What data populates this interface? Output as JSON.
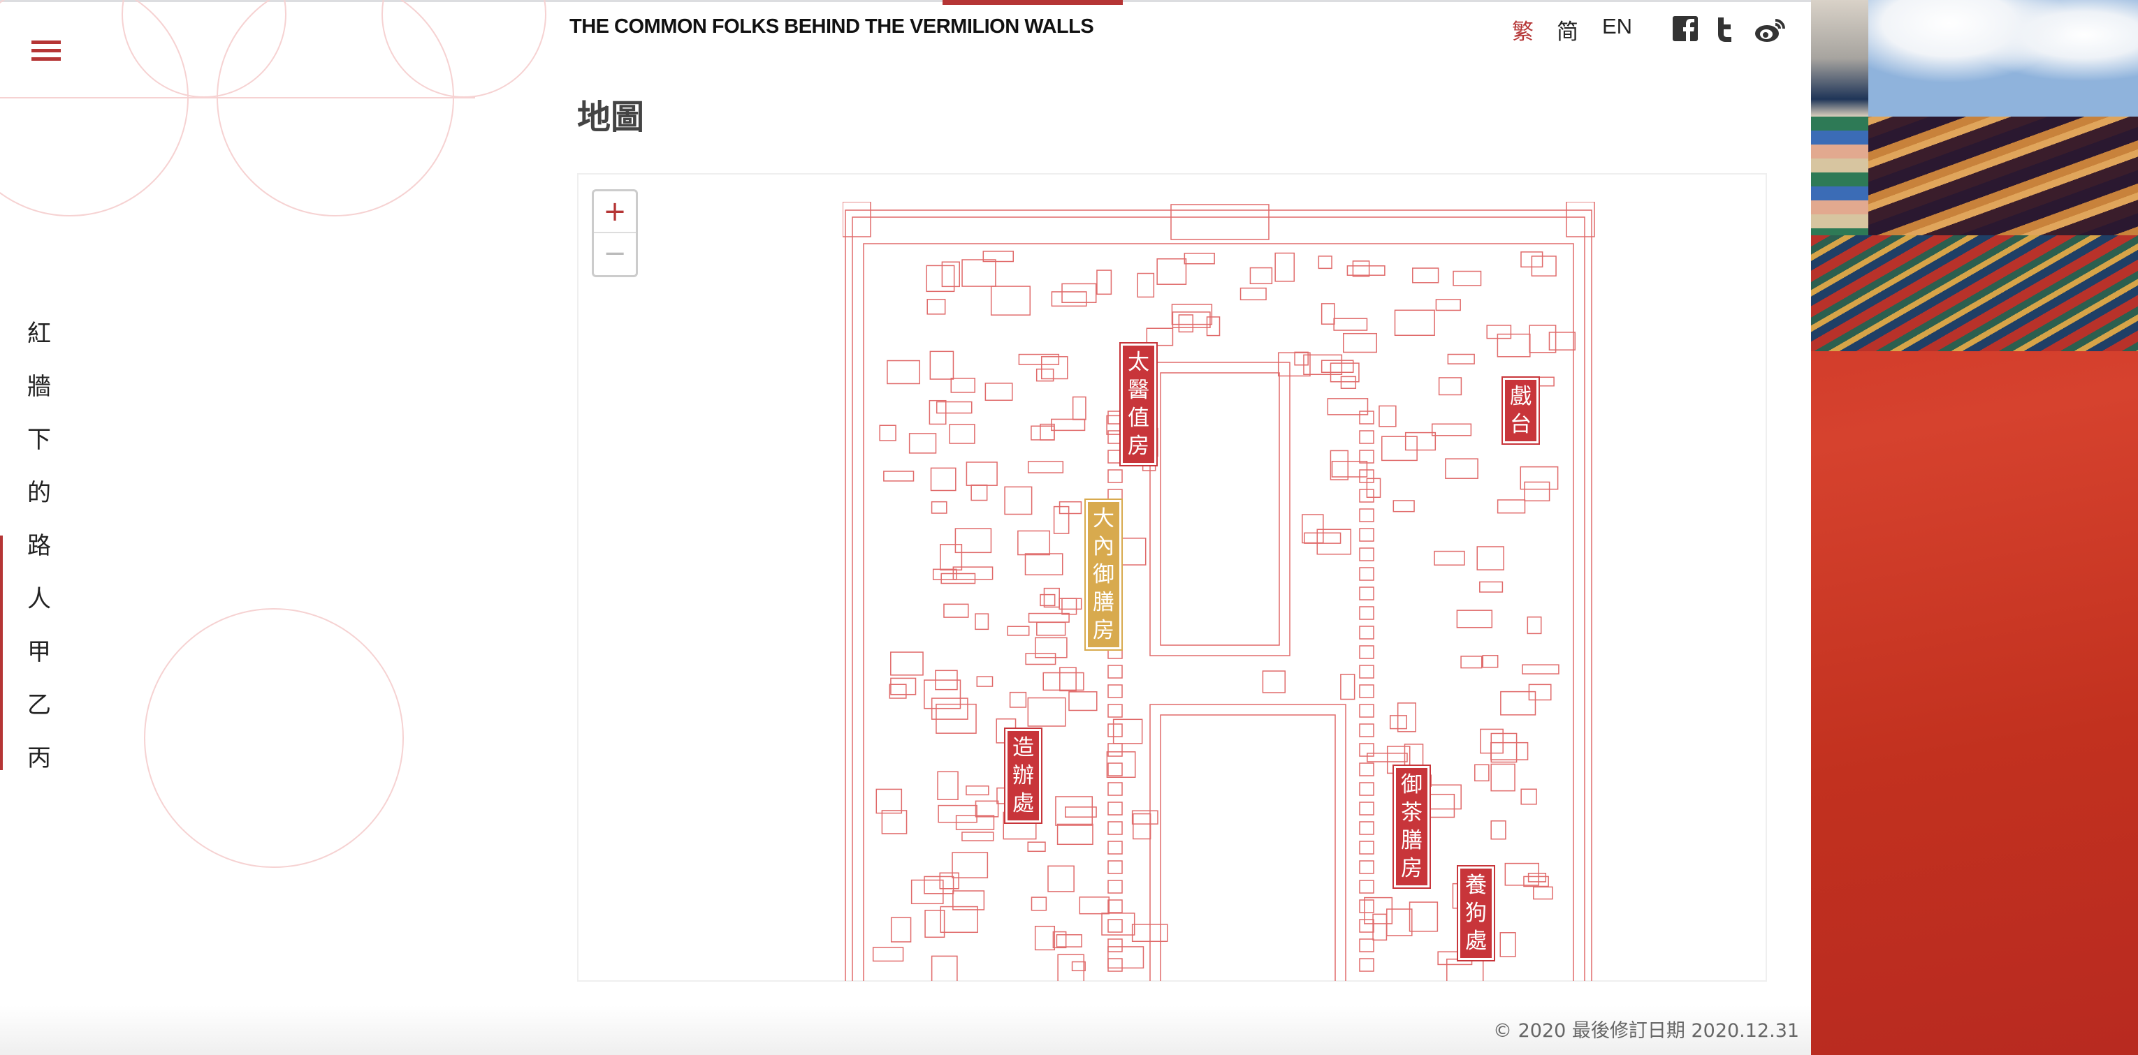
{
  "header": {
    "site_title": "THE COMMON FOLKS BEHIND THE VERMILION WALLS",
    "languages": [
      {
        "label": "繁",
        "active": true
      },
      {
        "label": "简",
        "active": false
      },
      {
        "label": "EN",
        "active": false
      }
    ],
    "social": [
      "facebook-icon",
      "twitter-icon",
      "weibo-icon"
    ]
  },
  "sidebar": {
    "menu_icon": "hamburger-icon",
    "title_chars": [
      "紅",
      "牆",
      "下",
      "的",
      "路",
      "人",
      "甲",
      "乙",
      "丙"
    ]
  },
  "page": {
    "heading": "地圖"
  },
  "map": {
    "zoom_in": "+",
    "zoom_out": "−",
    "places": [
      {
        "name": "太醫值房",
        "style": "red"
      },
      {
        "name": "戲台",
        "style": "red"
      },
      {
        "name": "大內御膳房",
        "style": "gold"
      },
      {
        "name": "造辦處",
        "style": "red"
      },
      {
        "name": "御茶膳房",
        "style": "red"
      },
      {
        "name": "養狗處",
        "style": "red"
      }
    ]
  },
  "footer": {
    "text": "© 2020 最後修訂日期 2020.12.31"
  },
  "colors": {
    "accent": "#b53535",
    "label_red": "#c8353a",
    "label_gold": "#d8aa4e",
    "map_line": "#e06a6a"
  }
}
